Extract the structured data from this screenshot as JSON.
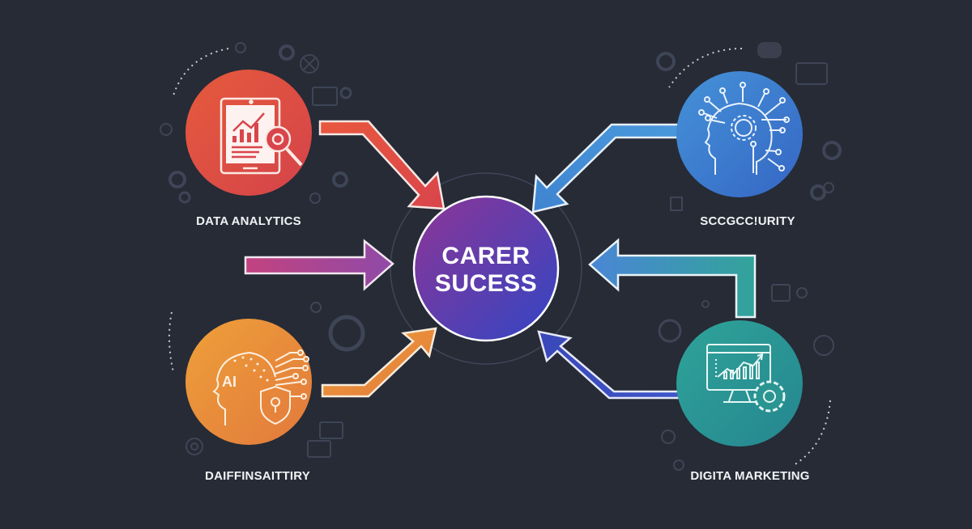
{
  "diagram": {
    "center": {
      "line1": "CARER",
      "line2": "SUCESS",
      "gradient": [
        "#8a3a9a",
        "#3848c0"
      ]
    },
    "nodes": [
      {
        "id": "data-analytics",
        "label": "DATA ANALYTICS",
        "icon": "tablet-chart-magnifier-icon",
        "color": "#e0503f",
        "position": "top-left"
      },
      {
        "id": "security",
        "label": "SCCGCC!URITY",
        "icon": "head-circuit-gear-icon",
        "color": "#3f80d0",
        "position": "top-right"
      },
      {
        "id": "ai",
        "label": "DAIFFINSAITTIRY",
        "icon": "ai-head-shield-icon",
        "color": "#e88f3a",
        "position": "bottom-left",
        "icon_text": "AI"
      },
      {
        "id": "digital-marketing",
        "label": "DIGITA MARKETING",
        "icon": "monitor-chart-gear-icon",
        "color": "#2a9a94",
        "position": "bottom-right"
      }
    ],
    "arrows": [
      {
        "from": "data-analytics",
        "to": "center",
        "color": "#e0503f"
      },
      {
        "from": "security",
        "to": "center",
        "color": "#4a90d8"
      },
      {
        "from": "left-edge",
        "to": "center",
        "color": "#a84a9e"
      },
      {
        "from": "digital-marketing",
        "to": "center",
        "color": "#4a8fd0"
      },
      {
        "from": "ai",
        "to": "center",
        "color": "#e8963e"
      },
      {
        "from": "digital-marketing",
        "to": "center",
        "color": "#4450c0"
      }
    ],
    "background": "#262b36"
  }
}
